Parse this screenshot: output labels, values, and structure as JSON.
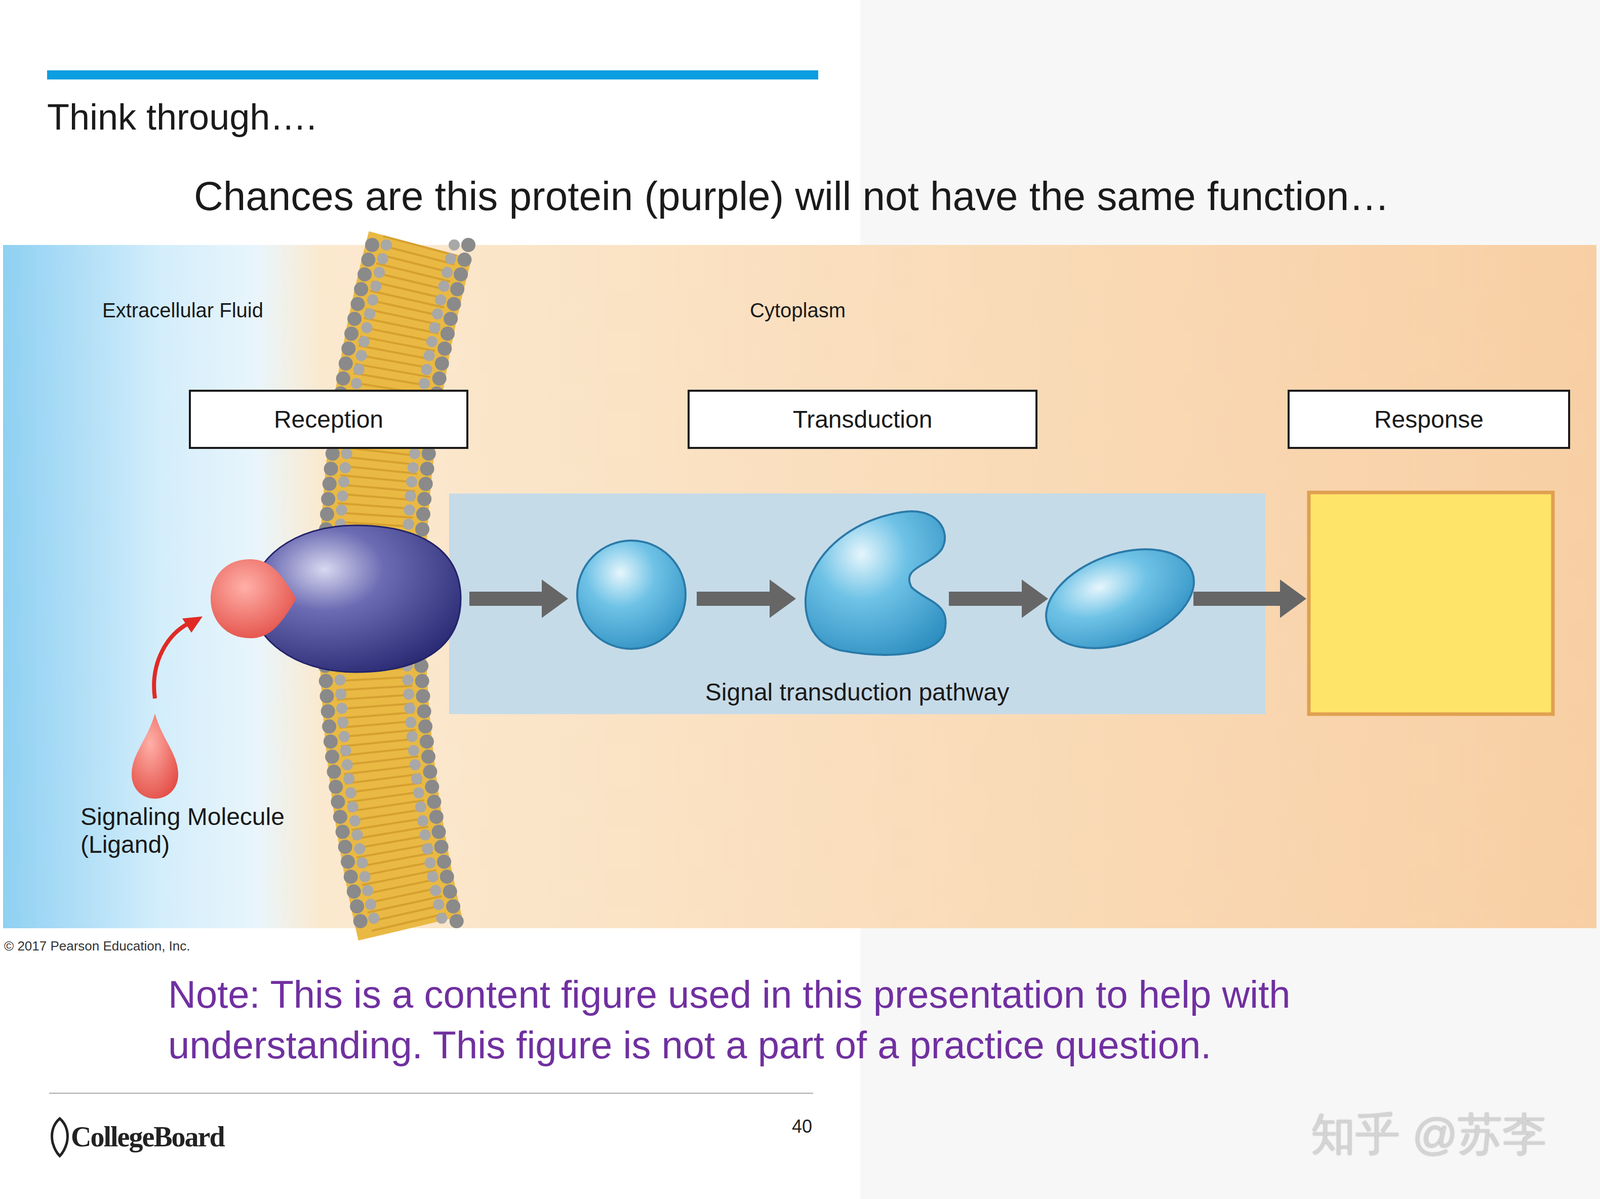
{
  "diagram": {
    "title": "Think through….",
    "caption": "Note:  This is a content figure used in this presentation to help with understanding.   This figure is not a part of a practice question.",
    "nodes": [
      {
        "text": [
          "Reception"
        ]
      },
      {
        "text": [
          "Transduction"
        ]
      },
      {
        "text": [
          "Response"
        ]
      },
      {
        "text": [
          "Signal transduction pathway"
        ]
      }
    ],
    "labels": [
      "Chances are this protein (purple) will not have the same function…",
      "Extracellular Fluid",
      "Cytoplasm",
      "Signaling Molecule (Ligand)",
      "© 2017 Pearson Education, Inc.",
      "40",
      "CollegeBoard",
      "知乎 @苏李"
    ]
  }
}
